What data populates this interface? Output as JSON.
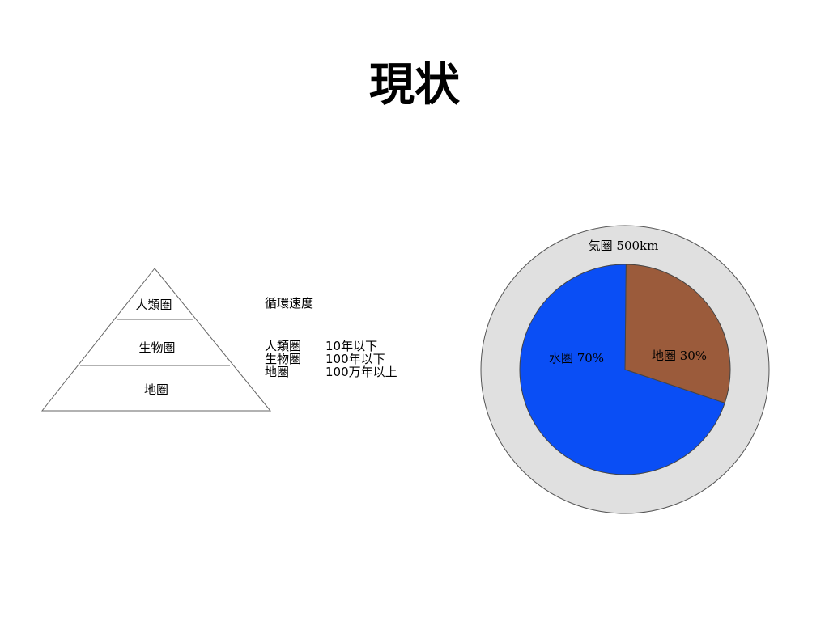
{
  "slide": {
    "title": "現状"
  },
  "pyramid": {
    "layers": [
      "人類圏",
      "生物圏",
      "地圏"
    ]
  },
  "circulation": {
    "heading": "循環速度",
    "rows": [
      {
        "name": "人類圏",
        "time": "10年以下"
      },
      {
        "name": "生物圏",
        "time": "100年以下"
      },
      {
        "name": "地圏",
        "time": "100万年以上"
      }
    ]
  },
  "earth": {
    "atmosphere_label": "気圏 500km",
    "atmosphere_color": "#e0e0e0",
    "slices": [
      {
        "label": "地圏 30%",
        "value": 30,
        "color": "#9b5b3b"
      },
      {
        "label": "水圏 70%",
        "value": 70,
        "color": "#0a4ef5"
      }
    ]
  }
}
